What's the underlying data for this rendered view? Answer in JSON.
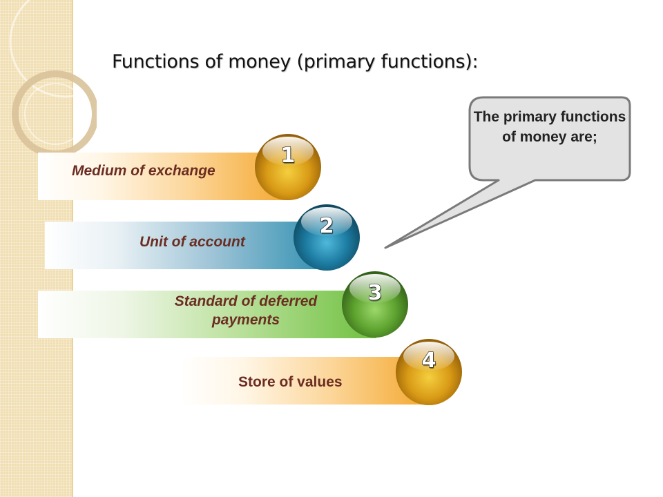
{
  "title": "Functions of money (primary functions):",
  "callout": {
    "text": "The primary functions of money are;"
  },
  "items": [
    {
      "number": "1",
      "label": "Medium of exchange"
    },
    {
      "number": "2",
      "label": "Unit of account"
    },
    {
      "number": "3",
      "label": "Standard of deferred payments"
    },
    {
      "number": "4",
      "label": "Store of values"
    }
  ],
  "colors": {
    "sidebar": "#f1dfb4",
    "label_text": "#6b2d22",
    "orange": "#f4a72e",
    "teal": "#2e8fb0",
    "green": "#6fc040",
    "callout_fill": "#e3e3e3",
    "callout_border": "#7a7a7a"
  }
}
